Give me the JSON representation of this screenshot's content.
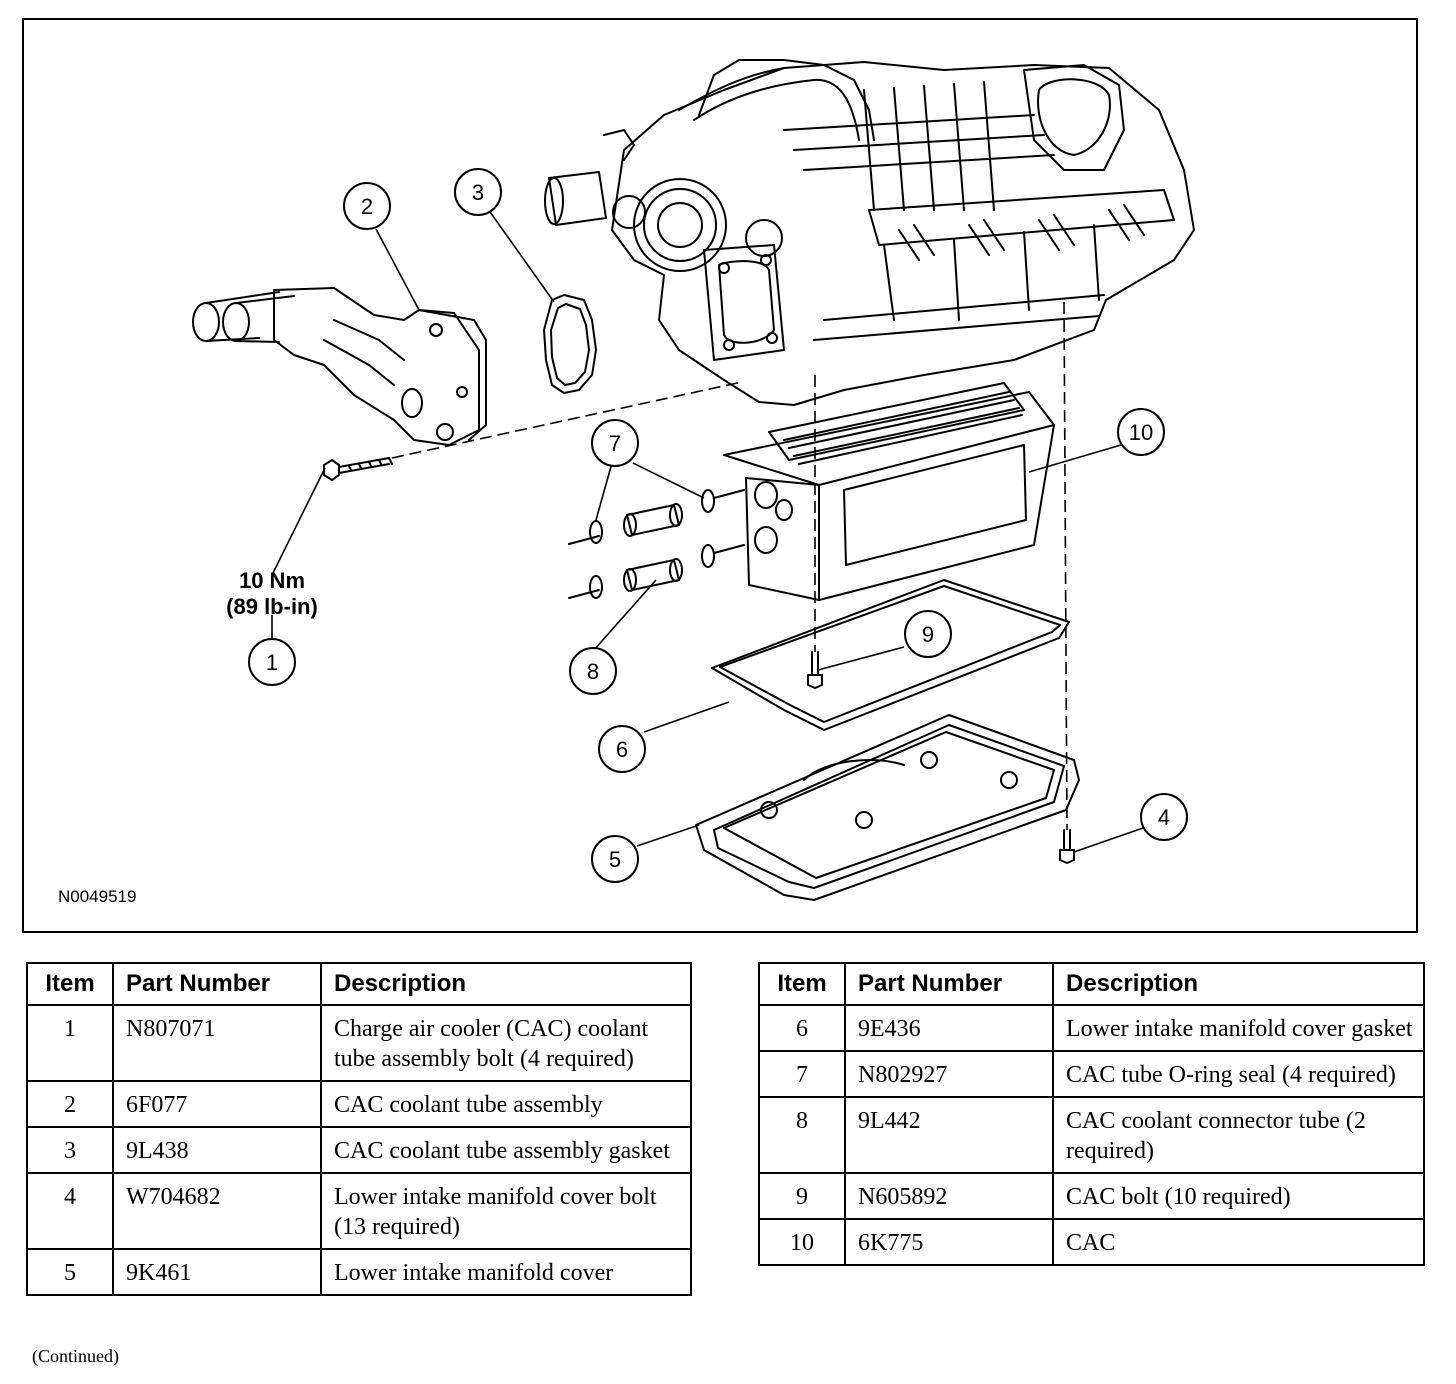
{
  "figure": {
    "figure_id": "N0049519",
    "torque_line1": "10 Nm",
    "torque_line2": "(89 lb-in)",
    "callouts": [
      "1",
      "2",
      "3",
      "4",
      "5",
      "6",
      "7",
      "8",
      "9",
      "10"
    ]
  },
  "table_left": {
    "headers": [
      "Item",
      "Part Number",
      "Description"
    ],
    "rows": [
      {
        "item": "1",
        "part": "N807071",
        "desc": "Charge air cooler (CAC) coolant tube assembly bolt (4 required)"
      },
      {
        "item": "2",
        "part": "6F077",
        "desc": "CAC coolant tube assembly"
      },
      {
        "item": "3",
        "part": "9L438",
        "desc": "CAC coolant tube assembly gasket"
      },
      {
        "item": "4",
        "part": "W704682",
        "desc": "Lower intake manifold cover bolt (13 required)"
      },
      {
        "item": "5",
        "part": "9K461",
        "desc": "Lower intake manifold cover"
      }
    ]
  },
  "table_right": {
    "headers": [
      "Item",
      "Part Number",
      "Description"
    ],
    "rows": [
      {
        "item": "6",
        "part": "9E436",
        "desc": "Lower intake manifold cover gasket"
      },
      {
        "item": "7",
        "part": "N802927",
        "desc": "CAC tube O-ring seal (4 required)"
      },
      {
        "item": "8",
        "part": "9L442",
        "desc": "CAC coolant connector tube (2 required)"
      },
      {
        "item": "9",
        "part": "N605892",
        "desc": "CAC bolt (10 required)"
      },
      {
        "item": "10",
        "part": "6K775",
        "desc": "CAC"
      }
    ]
  },
  "footer": {
    "continued": "(Continued)"
  }
}
